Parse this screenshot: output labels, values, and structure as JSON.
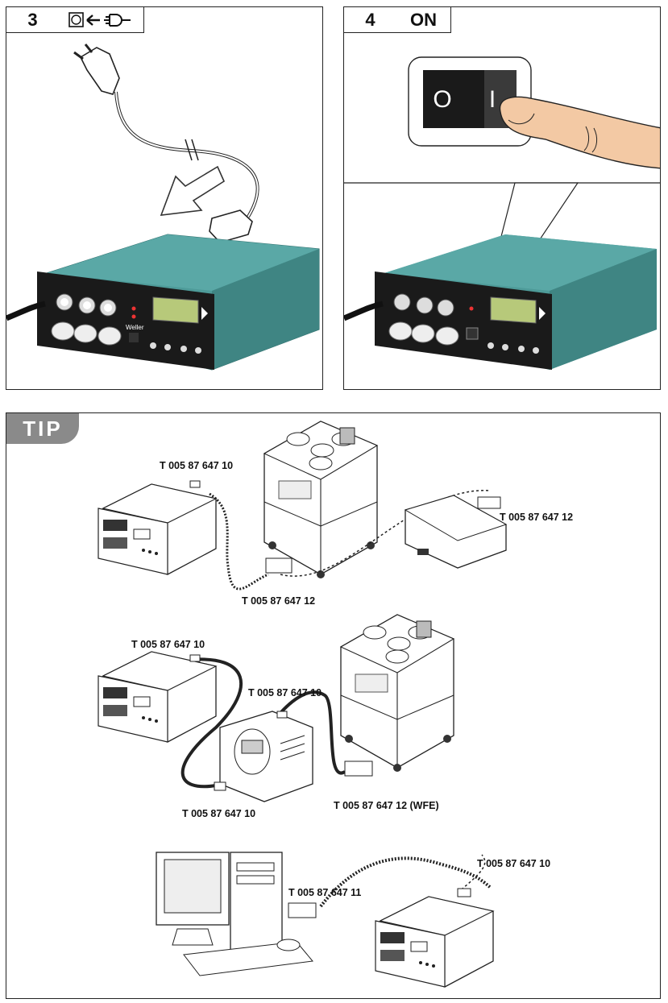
{
  "step3": {
    "number": "3"
  },
  "step4": {
    "number": "4",
    "label": "ON"
  },
  "switch": {
    "off_symbol": "O",
    "on_symbol": "I"
  },
  "brand": "Weller",
  "tip": {
    "tab_label": "TIP",
    "parts": [
      "T 005 87 647 10",
      "T 005 87 647 12",
      "T 005 87 647 12",
      "T 005 87 647 10",
      "T 005 87 647 10",
      "T 005 87 647 10",
      "T 005 87 647 12 (WFE)",
      "T 005 87 647 10",
      "T 005 87 647 11"
    ]
  },
  "colors": {
    "housing": "#4e9b99",
    "housing_dark": "#2f6f6d",
    "panel_black": "#1a1a1a",
    "display_green": "#b7c97a",
    "finger": "#f3c9a4",
    "tip_tab": "#8a8a8a"
  }
}
